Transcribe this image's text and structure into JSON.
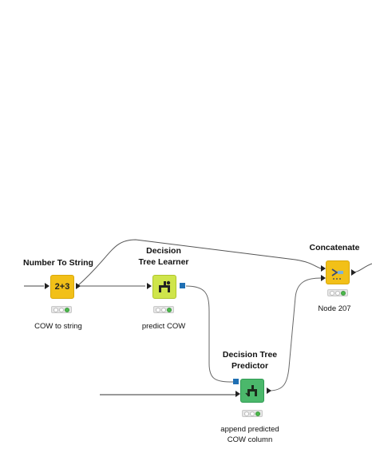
{
  "workflow": {
    "nodes": [
      {
        "id": "n2s",
        "title": "Number To String",
        "icon": "number-to-string-icon",
        "icon_text": "2+3",
        "color": "#f2c018",
        "status": "executed",
        "description": "COW to string"
      },
      {
        "id": "dtl",
        "title_line1": "Decision",
        "title_line2": "Tree Learner",
        "icon": "tree-learner-icon",
        "color": "#cfe54b",
        "status": "executed",
        "description": "predict COW"
      },
      {
        "id": "dtp",
        "title_line1": "Decision Tree",
        "title_line2": "Predictor",
        "icon": "tree-predictor-icon",
        "color": "#4bb86b",
        "status": "executed",
        "description_line1": "append predicted",
        "description_line2": "COW column"
      },
      {
        "id": "cat",
        "title": "Concatenate",
        "icon": "concatenate-icon",
        "color": "#f2c018",
        "status": "executed",
        "description": "Node 207"
      }
    ]
  }
}
